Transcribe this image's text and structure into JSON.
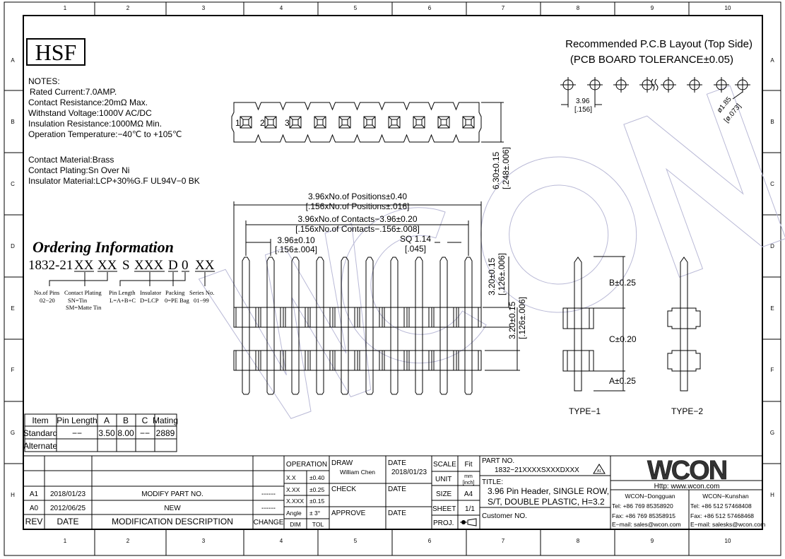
{
  "ruler": {
    "cols": [
      "1",
      "2",
      "3",
      "4",
      "5",
      "6",
      "7",
      "8",
      "9",
      "10"
    ],
    "rows": [
      "A",
      "B",
      "C",
      "D",
      "E",
      "F",
      "G",
      "H"
    ]
  },
  "brand_box": "HSF",
  "watermark": "WCON",
  "notes": {
    "title": "NOTES:",
    "lines": [
      "Rated Current:7.0AMP.",
      "Contact Resistance:20mΩ Max.",
      "Withstand Voltage:1000V AC/DC",
      "Insulation Resistance:1000MΩ Min.",
      "Operation Temperature:−40℃ to +105℃"
    ],
    "materials": [
      "Contact Material:Brass",
      "Contact Plating:Sn Over Ni",
      "Insulator Material:LCP+30%G.F UL94V−0 BK"
    ]
  },
  "ordering": {
    "title": "Ordering Information",
    "code": [
      "1832-21",
      "XX",
      "XX",
      "S",
      "XXX",
      "D",
      "0",
      "XX"
    ],
    "labels": [
      {
        "name": "No.of Pins",
        "value": "02−20"
      },
      {
        "name": "Contact Plating",
        "value": "SN=Tin",
        "value2": "SM=Matte Tin"
      },
      {
        "name": "Pin Length",
        "value": "L=A+B+C"
      },
      {
        "name": "Insulator",
        "value": "D=LCP"
      },
      {
        "name": "Packing",
        "value": "0=PE Bag"
      },
      {
        "name": "Series No.",
        "value": "01−99"
      }
    ]
  },
  "top_view": {
    "pin_numbers": [
      "1",
      "2",
      "3"
    ],
    "positions": 10
  },
  "dims": {
    "height_top": "6.30±0.15",
    "height_top_in": "[.248±.006]",
    "overall": "3.96xNo.of Positions±0.40",
    "overall_in": "[.156xNo.of Positions±.016]",
    "contacts": "3.96xNo.of Contacts−3.96±0.20",
    "contacts_in": "[.156xNo.of Contacts−.156±.008]",
    "pitch": "3.96±0.10",
    "pitch_in": "[.156±.004]",
    "sq": "SQ 1.14",
    "sq_in": "[.045]",
    "upper": "3.20±0.15",
    "upper_in": "[.126±.006]",
    "lower": "3.20±0.15",
    "lower_in": "[.126±.006]"
  },
  "side_view": {
    "b": "B±0.25",
    "c": "C±0.20",
    "a": "A±0.25",
    "type1": "TYPE−1",
    "type2": "TYPE−2"
  },
  "pcb": {
    "title1": "Recommended P.C.B Layout (Top Side)",
    "title2": "(PCB BOARD TOLERANCE±0.05)",
    "pitch": "3.96",
    "pitch_in": "[.156]",
    "hole": "ø1.85",
    "hole_in": "[ø.073]"
  },
  "spec_table": {
    "headers": [
      "Item",
      "Pin Length",
      "A",
      "B",
      "C",
      "Mating"
    ],
    "rows": [
      [
        "Standard",
        "−−",
        "3.50",
        "8.00",
        "−−",
        "2889"
      ],
      [
        "Alternate",
        "",
        "",
        "",
        "",
        ""
      ]
    ]
  },
  "revisions": {
    "rows": [
      [
        "A1",
        "2018/01/23",
        "MODIFY PART NO.",
        "------"
      ],
      [
        "A0",
        "2012/06/25",
        "NEW",
        "------"
      ]
    ],
    "headers": [
      "REV",
      "DATE",
      "MODIFICATION DESCRIPTION",
      "CHANGE"
    ]
  },
  "tolerances": {
    "header": "OPERATION",
    "rows": [
      [
        "X.X",
        "±0.40"
      ],
      [
        "X.XX",
        "±0.25"
      ],
      [
        "X.XXX",
        "±0.15"
      ],
      [
        "Angle",
        "± 3°"
      ]
    ],
    "footer": [
      "DIM",
      "TOL"
    ]
  },
  "signoff": {
    "draw": "DRAW",
    "drawer": "William Chen",
    "date_label": "DATE",
    "draw_date": "2018/01/23",
    "check": "CHECK",
    "approve": "APPROVE"
  },
  "sheet": {
    "scale_label": "SCALE",
    "scale": "Fit",
    "unit_label": "UNIT",
    "unit": "mm",
    "unit2": "[inch]",
    "size_label": "SIZE",
    "size": "A4",
    "sheet_label": "SHEET",
    "sheet": "1/1",
    "proj_label": "PROJ."
  },
  "part": {
    "label": "PART NO.",
    "number": "1832−21XXXXSXXXDXXX",
    "rev": "A1",
    "title_label": "TITLE:",
    "title1": "3.96 Pin Header, SINGLE ROW,",
    "title2": "S/T, DOUBLE PLASTIC, H=3.2",
    "customer": "Customer NO."
  },
  "company": {
    "logo": "WCON",
    "url": "Http: www.wcon.com",
    "offices": [
      {
        "name": "WCON−Dongguan",
        "tel": "Tel: +86 769 85358920",
        "fax": "Fax: +86 769 85358915",
        "email": "E−mail: sales@wcon.com"
      },
      {
        "name": "WCON−Kunshan",
        "tel": "Tel: +86 512 57468408",
        "fax": "Fax: +86 512 57468468",
        "email": "E−mail: salesks@wcon.com"
      }
    ]
  }
}
